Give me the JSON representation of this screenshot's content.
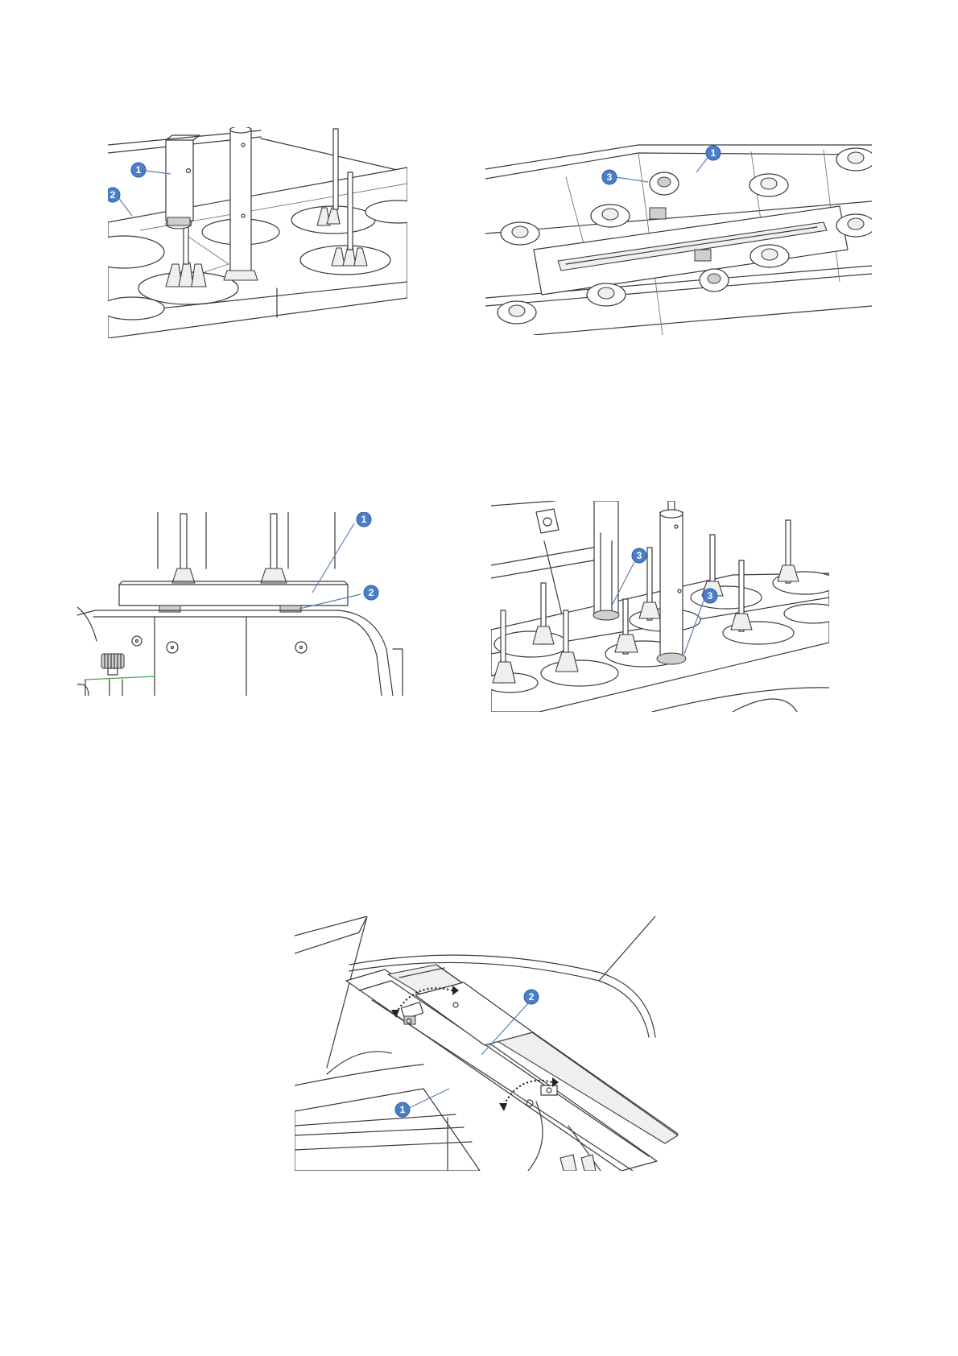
{
  "figures": [
    {
      "id": "fig-a",
      "callouts": [
        "1",
        "2"
      ]
    },
    {
      "id": "fig-b",
      "callouts": [
        "1",
        "3"
      ]
    },
    {
      "id": "fig-c",
      "callouts": [
        "1",
        "2"
      ]
    },
    {
      "id": "fig-d",
      "callouts": [
        "3",
        "3"
      ]
    },
    {
      "id": "fig-e",
      "callouts": [
        "2",
        "1"
      ]
    }
  ]
}
